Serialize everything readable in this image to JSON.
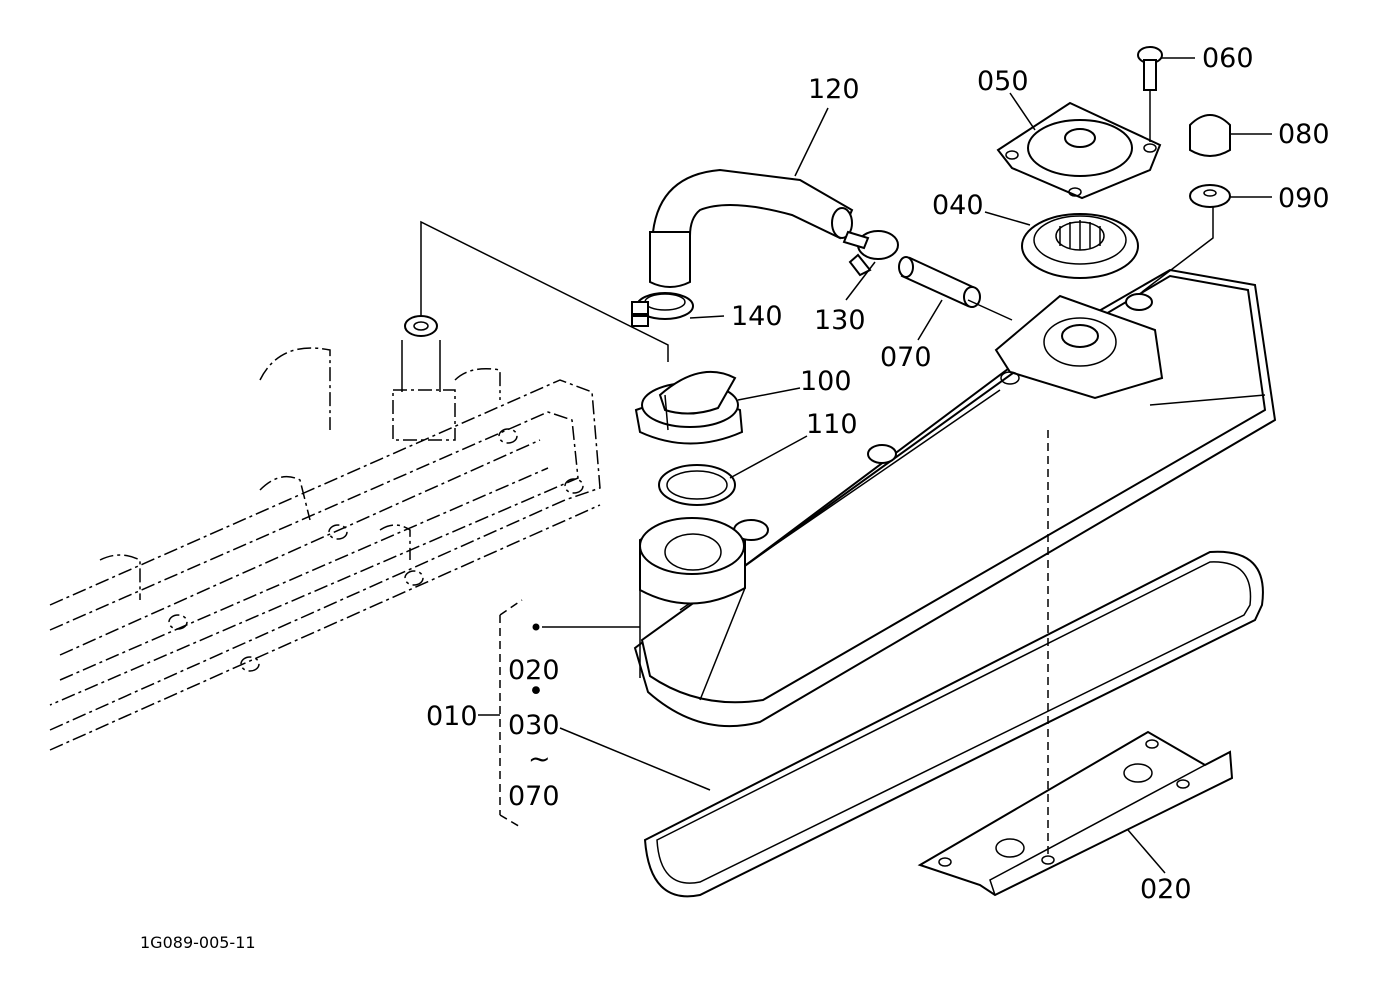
{
  "drawing_id": "1G089-005-11",
  "labels": {
    "p010": "010",
    "p020_top": "020",
    "p020_bottom": "020",
    "p030": "030",
    "p040": "040",
    "p050": "050",
    "p060": "060",
    "p070_a": "070",
    "p070_b": "070",
    "p080": "080",
    "p090": "090",
    "p100": "100",
    "p110": "110",
    "p120": "120",
    "p130": "130",
    "p140": "140",
    "dot": "•",
    "tilde": "~"
  }
}
